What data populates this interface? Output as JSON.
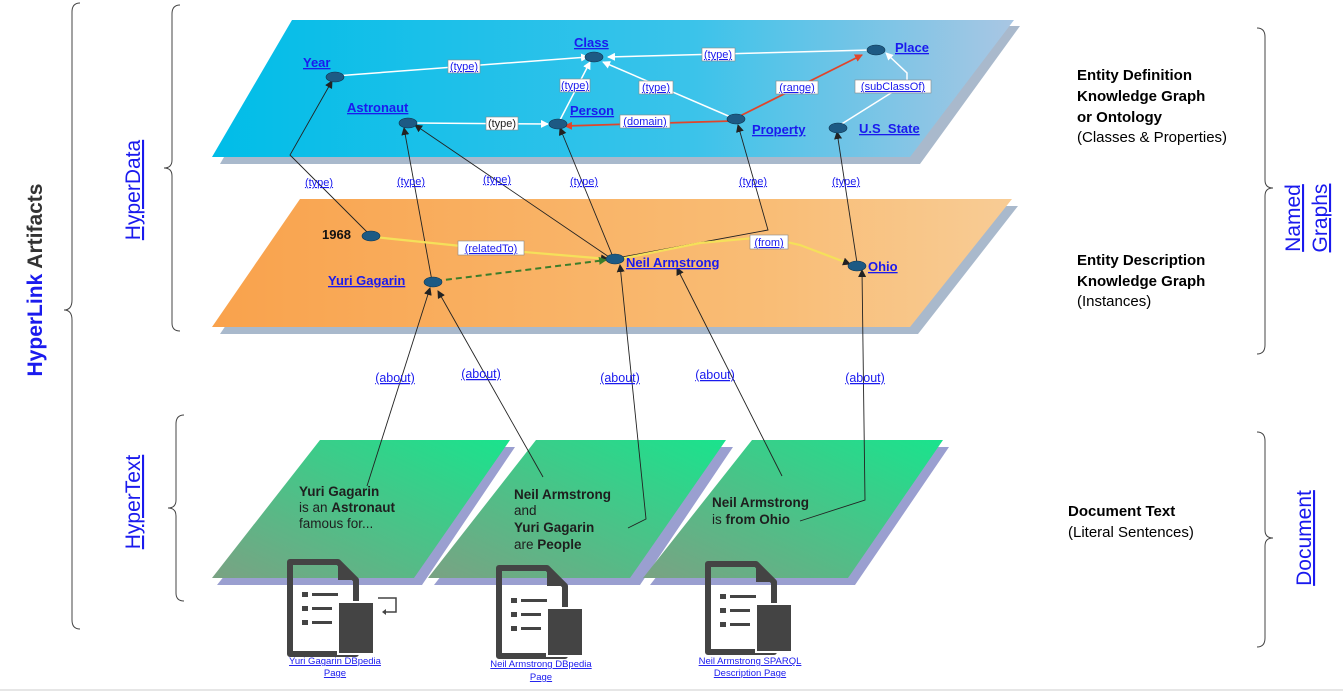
{
  "left_label": {
    "prefix": "HyperLink",
    "suffix": "Artifacts"
  },
  "hyperdata_label": "HyperData",
  "hypertext_label": "HyperText",
  "named_graphs_label": [
    "Named",
    "Graphs"
  ],
  "document_label": "Document",
  "ontology_layer": {
    "nodes": {
      "year": "Year",
      "class": "Class",
      "place": "Place",
      "astronaut": "Astronaut",
      "person": "Person",
      "property": "Property",
      "us_state": "U.S_State"
    },
    "edges": {
      "year_class": "(type)",
      "place_class": "(type)",
      "person_class": "(type)",
      "property_class": "(type)",
      "property_place": "(range)",
      "state_place": "(subClassOf)",
      "astronaut_person": "(type)",
      "property_person": "(domain)"
    }
  },
  "instance_layer": {
    "nodes": {
      "year_1968": "1968",
      "yuri": "Yuri Gagarin",
      "neil": "Neil Armstrong",
      "ohio": "Ohio"
    },
    "edges": {
      "related_to": "(relatedTo)",
      "from": "(from)"
    }
  },
  "cross_type_labels": [
    "(type)",
    "(type)",
    "(type)",
    "(type)",
    "(type)",
    "(type)"
  ],
  "about_labels": [
    "(about)",
    "(about)",
    "(about)",
    "(about)",
    "(about)"
  ],
  "descriptions": {
    "ontology": {
      "line1": "Entity Definition",
      "line2": "Knowledge Graph",
      "line3": "or Ontology",
      "line4": "(Classes & Properties)"
    },
    "instances": {
      "line1": "Entity Description",
      "line2": "Knowledge Graph",
      "line3": "(Instances)"
    },
    "document": {
      "line1": "Document Text",
      "line2": "(Literal Sentences)"
    }
  },
  "documents": [
    {
      "text": {
        "l1": "Yuri Gagarin",
        "l2a": "is an ",
        "l2b": "Astronaut",
        "l3": "famous for..."
      },
      "caption": [
        "Yuri Gagarin DBpedia",
        "Page"
      ]
    },
    {
      "text": {
        "l1": "Neil Armstrong",
        "l2": "and",
        "l3": "Yuri Gagarin",
        "l4a": "are ",
        "l4b": "People"
      },
      "caption": [
        "Neil Armstrong DBpedia",
        "Page"
      ]
    },
    {
      "text": {
        "l1": "Neil Armstrong",
        "l2a": "is ",
        "l2b": "from Ohio"
      },
      "caption": [
        "Neil Armstrong SPARQL",
        "Description Page"
      ]
    }
  ],
  "colors": {
    "ontology_plane": "#0fbfe6",
    "instance_plane": "#f9a450",
    "document_plane": "#2ed58e",
    "node": "#1d5a84",
    "link": "#1a1aee",
    "range_domain_edge": "#e0452b",
    "related_edge": "#f5e05a"
  }
}
